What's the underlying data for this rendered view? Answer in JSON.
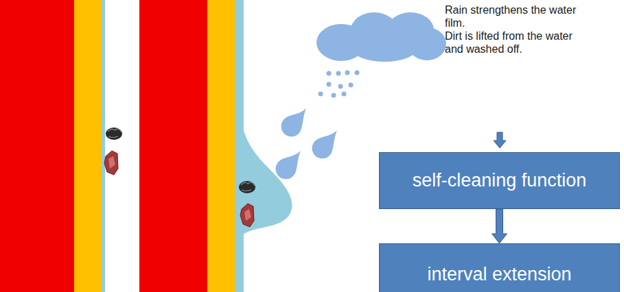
{
  "diagram": {
    "nodes": [
      {
        "text": [
          "self-cleaning function"
        ]
      },
      {
        "text": [
          "interval extension"
        ]
      }
    ],
    "edges": [
      {
        "from": 0,
        "to": 1,
        "arrow": "to"
      }
    ],
    "labels": [
      "Rain strengthens the water film.",
      "Dirt is lifted from the water and washed off."
    ]
  }
}
